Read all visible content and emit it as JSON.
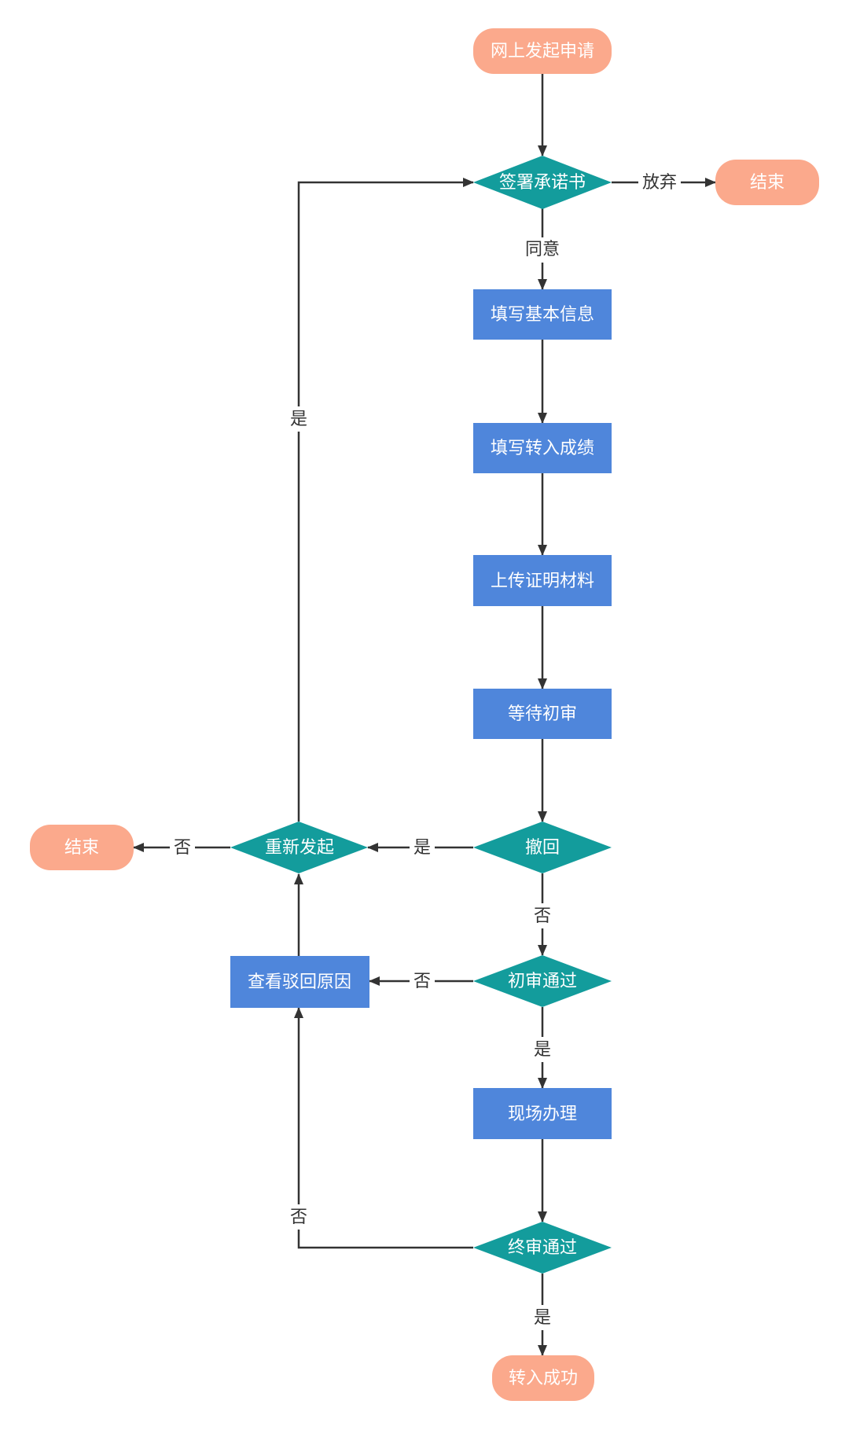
{
  "colors": {
    "terminal": "#FBA98C",
    "process": "#4F86DB",
    "decision": "#139C9C",
    "edge": "#333333",
    "text_on_node": "#FFFFFF",
    "edge_label": "#333333"
  },
  "nodes": {
    "start": "网上发起申请",
    "sign_commitment": "签署承诺书",
    "end_right": "结束",
    "fill_basic_info": "填写基本信息",
    "fill_scores": "填写转入成绩",
    "upload_materials": "上传证明材料",
    "wait_review": "等待初审",
    "withdraw": "撤回",
    "restart": "重新发起",
    "end_left": "结束",
    "initial_review_pass": "初审通过",
    "view_reject_reason": "查看驳回原因",
    "onsite_processing": "现场办理",
    "final_review_pass": "终审通过",
    "transfer_success": "转入成功"
  },
  "edge_labels": {
    "give_up": "放弃",
    "agree": "同意",
    "restart_yes": "是",
    "withdraw_yes": "是",
    "restart_no": "否",
    "withdraw_no": "否",
    "initial_no": "否",
    "initial_yes": "是",
    "final_no": "否",
    "final_yes": "是"
  }
}
